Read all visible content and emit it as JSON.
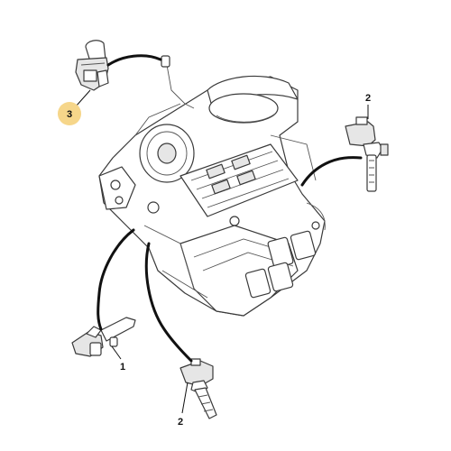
{
  "callouts": {
    "c3": "3",
    "c2_top": "2",
    "c1": "1",
    "c2_bottom": "2"
  },
  "colors": {
    "highlight_circle": "#f6d68a",
    "line_art": "#3a3a3a",
    "leader": "#111111"
  }
}
